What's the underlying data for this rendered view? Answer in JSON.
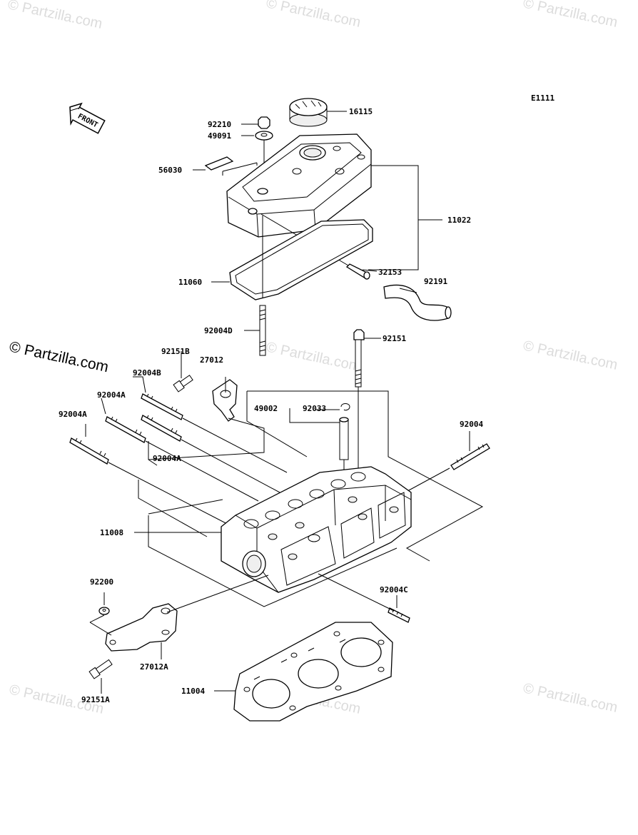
{
  "diagram_code": "E1111",
  "front_label": "FRONT",
  "watermarks": {
    "text": "© Partzilla.com",
    "prominent": "© Partzilla.com"
  },
  "parts": [
    {
      "id": "p16115",
      "number": "16115",
      "icon": "oil-filler-cap-icon"
    },
    {
      "id": "p92210",
      "number": "92210",
      "icon": "nut-icon"
    },
    {
      "id": "p49091",
      "number": "49091",
      "icon": "washer-icon"
    },
    {
      "id": "p56030",
      "number": "56030",
      "icon": "label-icon"
    },
    {
      "id": "p11022",
      "number": "11022",
      "icon": "cylinder-head-cover-icon"
    },
    {
      "id": "p32153",
      "number": "32153",
      "icon": "pipe-icon"
    },
    {
      "id": "p92191",
      "number": "92191",
      "icon": "tube-icon"
    },
    {
      "id": "p11060",
      "number": "11060",
      "icon": "gasket-icon"
    },
    {
      "id": "p92004D",
      "number": "92004D",
      "icon": "stud-icon"
    },
    {
      "id": "p92151",
      "number": "92151",
      "icon": "bolt-icon"
    },
    {
      "id": "p92151B",
      "number": "92151B",
      "icon": "bolt-icon"
    },
    {
      "id": "p27012",
      "number": "27012",
      "icon": "bracket-icon"
    },
    {
      "id": "p92004B",
      "number": "92004B",
      "icon": "stud-icon"
    },
    {
      "id": "p92004A_1",
      "number": "92004A",
      "icon": "stud-icon"
    },
    {
      "id": "p92004A_2",
      "number": "92004A",
      "icon": "stud-icon"
    },
    {
      "id": "p92004A_3",
      "number": "92004A",
      "icon": "stud-icon"
    },
    {
      "id": "p49002",
      "number": "49002",
      "icon": "valve-guide-icon"
    },
    {
      "id": "p92033",
      "number": "92033",
      "icon": "circlip-icon"
    },
    {
      "id": "p92004",
      "number": "92004",
      "icon": "stud-icon"
    },
    {
      "id": "p11008",
      "number": "11008",
      "icon": "cylinder-head-icon"
    },
    {
      "id": "p92200",
      "number": "92200",
      "icon": "washer-icon"
    },
    {
      "id": "p92004C",
      "number": "92004C",
      "icon": "stud-icon"
    },
    {
      "id": "p27012A",
      "number": "27012A",
      "icon": "bracket-icon"
    },
    {
      "id": "p11004",
      "number": "11004",
      "icon": "head-gasket-icon"
    },
    {
      "id": "p92151A",
      "number": "92151A",
      "icon": "bolt-icon"
    }
  ]
}
